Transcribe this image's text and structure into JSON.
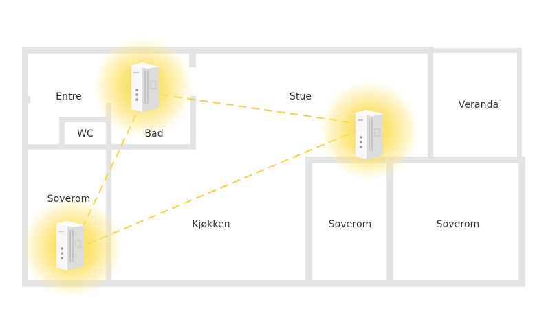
{
  "rooms": {
    "entre": "Entre",
    "wc": "WC",
    "bad": "Bad",
    "stue": "Stue",
    "veranda": "Veranda",
    "soverom_left": "Soverom",
    "kjokken": "Kjøkken",
    "soverom_mid": "Soverom",
    "soverom_right": "Soverom"
  },
  "colors": {
    "wall": "#e3e3e3",
    "link": "#f2d437",
    "glow": "#f7d93a",
    "device_body": "#f5f5f5",
    "device_side": "#dcdcdc",
    "text": "#333333"
  },
  "icons": {
    "device": "mesh-wifi-node-icon",
    "coverage": "wifi-coverage-glow"
  }
}
